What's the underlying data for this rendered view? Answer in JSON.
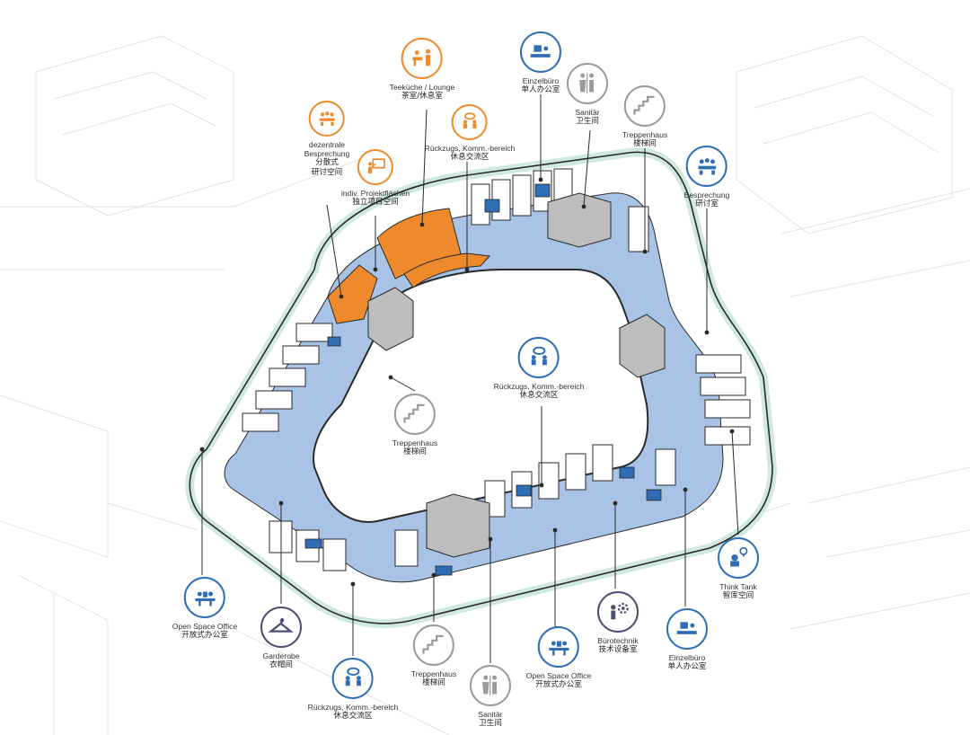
{
  "labels": {
    "besprechung_dezentral": {
      "de1": "dezentrale",
      "de2": "Besprechung",
      "zh": "分散式\n研讨空间",
      "icon": "meeting-icon"
    },
    "projektflaechen": {
      "de": "indiv. Projektflächen",
      "zh": "独立项目空间",
      "icon": "presentation-icon"
    },
    "teekueche": {
      "de": "Teeküche / Lounge",
      "zh": "茶室/休息室",
      "icon": "lounge-icon"
    },
    "rueckzug_top": {
      "de": "Rückzugs, Komm.-bereich",
      "zh": "休息交流区",
      "icon": "chat-icon"
    },
    "einzelbuero_top": {
      "de": "Einzelbüro",
      "zh": "单人办公室",
      "icon": "single-office-icon"
    },
    "sanitaer_top": {
      "de": "Sanitär",
      "zh": "卫生间",
      "icon": "toilet-icon"
    },
    "treppenhaus_top": {
      "de": "Treppenhaus",
      "zh": "楼梯间",
      "icon": "stairs-icon"
    },
    "besprechung_right": {
      "de": "Besprechung",
      "zh": "研讨室",
      "icon": "meeting-icon"
    },
    "rueckzug_center": {
      "de": "Rückzugs, Komm.-bereich",
      "zh": "休息交流区",
      "icon": "chat-icon"
    },
    "treppenhaus_center": {
      "de": "Treppenhaus",
      "zh": "楼梯间",
      "icon": "stairs-icon"
    },
    "think_tank": {
      "de": "Think Tank",
      "zh": "智库空间",
      "icon": "think-icon"
    },
    "open_space_left": {
      "de": "Open Space Office",
      "zh": "开放式办公室",
      "icon": "open-office-icon"
    },
    "garderobe": {
      "de": "Garderobe",
      "zh": "衣帽间",
      "icon": "hanger-icon"
    },
    "rueckzug_bottom": {
      "de": "Rückzugs, Komm.-bereich",
      "zh": "休息交流区",
      "icon": "chat-icon"
    },
    "treppenhaus_bottom": {
      "de": "Treppenhaus",
      "zh": "楼梯间",
      "icon": "stairs-icon"
    },
    "sanitaer_bottom": {
      "de": "Sanitär",
      "zh": "卫生间",
      "icon": "toilet-icon"
    },
    "open_space_bottom": {
      "de": "Open Space Office",
      "zh": "开放式办公室",
      "icon": "open-office-icon"
    },
    "buerotechnik": {
      "de": "Bürotechnik",
      "zh": "技术设备室",
      "icon": "gear-person-icon"
    },
    "einzelbuero_bottom": {
      "de": "Einzelbüro",
      "zh": "单人办公室",
      "icon": "single-office-icon"
    }
  },
  "colors": {
    "orange": "#ee8a2c",
    "blue": "#2f6db4",
    "light_blue": "#a9c3e6",
    "grey": "#9a9a9a",
    "dark": "#4c4f70",
    "outline": "#2a2a2a",
    "glass": "#cfe8e0"
  }
}
